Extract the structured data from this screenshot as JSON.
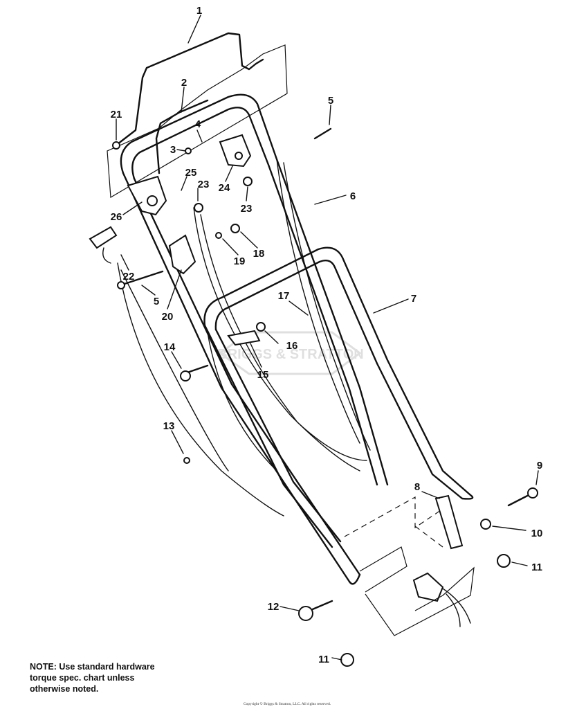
{
  "callouts": [
    "1",
    "2",
    "3",
    "4",
    "5",
    "5",
    "6",
    "7",
    "8",
    "9",
    "10",
    "11",
    "11",
    "12",
    "13",
    "14",
    "15",
    "16",
    "17",
    "18",
    "19",
    "20",
    "21",
    "22",
    "23",
    "23",
    "24",
    "25",
    "26"
  ],
  "watermark": "BRIGGS & STRATTON",
  "note": "NOTE: Use standard hardware torque spec. chart unless otherwise noted.",
  "copyright": "Copyright © Briggs & Stratton, LLC. All rights reserved."
}
